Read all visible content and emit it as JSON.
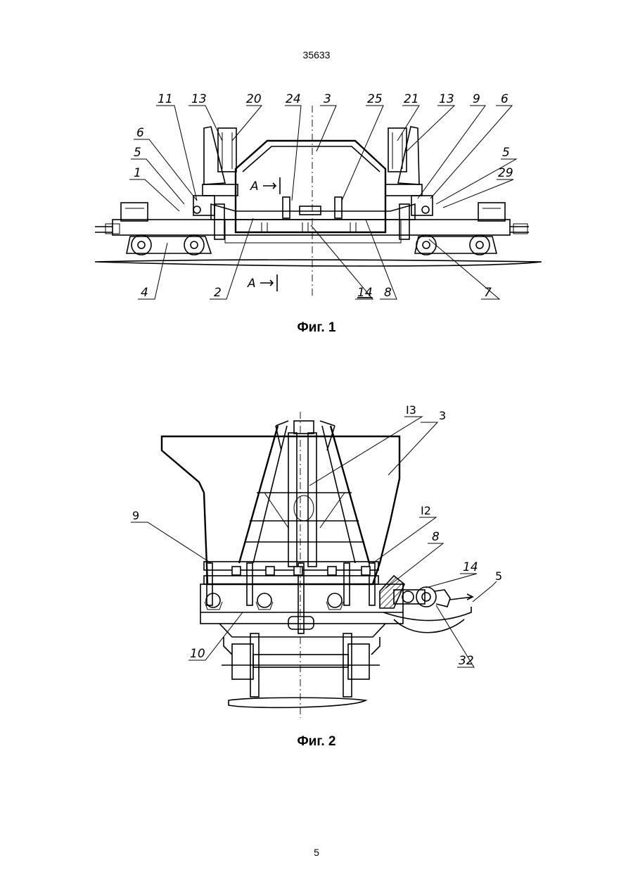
{
  "document": {
    "number": "35633",
    "page_number": "5"
  },
  "figure1": {
    "caption": "Фиг. 1",
    "section_marker": "А",
    "labels": {
      "l11": "11",
      "l13a": "13",
      "l20": "20",
      "l24": "24",
      "l3": "3",
      "l25": "25",
      "l21": "21",
      "l13b": "13",
      "l9": "9",
      "l6a": "6",
      "l6b": "6",
      "l5a": "5",
      "l5b": "5",
      "l1": "1",
      "l29": "29",
      "l4": "4",
      "l2": "2",
      "l14": "14",
      "l8": "8",
      "l7": "7"
    }
  },
  "figure2": {
    "caption": "Фиг. 2",
    "labels": {
      "l13": "I3",
      "l3": "3",
      "l9": "9",
      "l12": "I2",
      "l8": "8",
      "l14": "14",
      "l5": "5",
      "l10": "10",
      "l32": "32"
    }
  }
}
